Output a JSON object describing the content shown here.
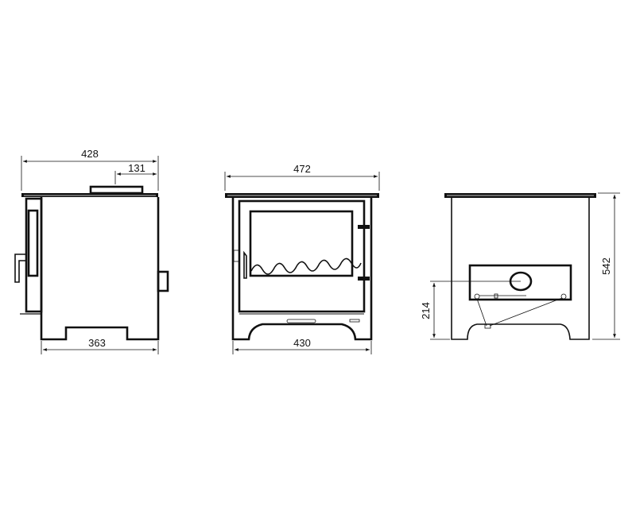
{
  "diagram": {
    "views": [
      "side",
      "front",
      "back"
    ],
    "dimensions": {
      "side_overall_depth": "428",
      "side_flue_offset": "131",
      "side_body_depth": "363",
      "front_top_width": "472",
      "front_body_width": "430",
      "back_overall_height": "542",
      "back_rear_outlet_height": "214"
    },
    "line_color": "#111111",
    "background": "#ffffff"
  }
}
